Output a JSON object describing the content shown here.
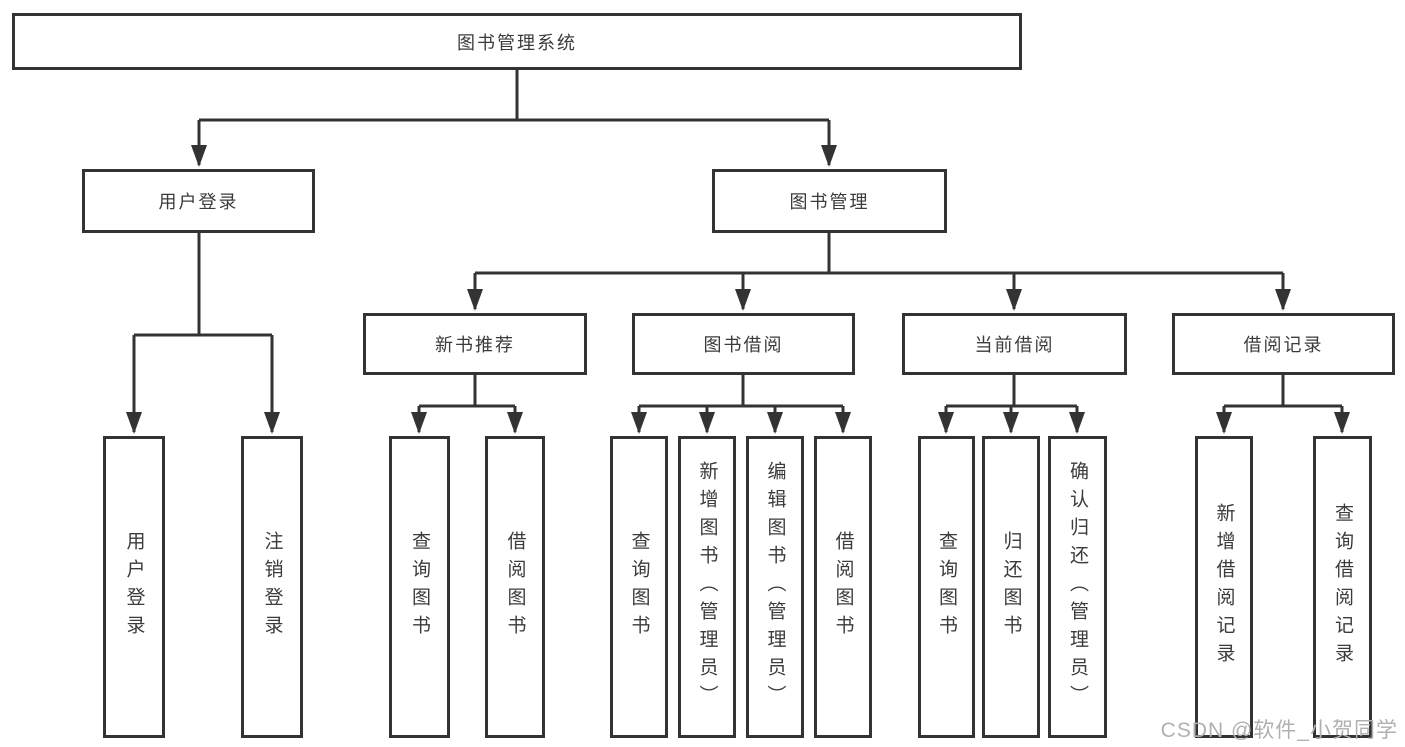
{
  "diagram_title": "图书管理系统",
  "colors": {
    "line": "#333333",
    "box_border": "#333333",
    "text": "#3b3b3b",
    "watermark": "#b0b0b0",
    "background": "#ffffff"
  },
  "tree": {
    "label": "图书管理系统",
    "children": [
      {
        "label": "用户登录",
        "children": [
          {
            "label": "用户登录"
          },
          {
            "label": "注销登录"
          }
        ]
      },
      {
        "label": "图书管理",
        "children": [
          {
            "label": "新书推荐",
            "children": [
              {
                "label": "查询图书"
              },
              {
                "label": "借阅图书"
              }
            ]
          },
          {
            "label": "图书借阅",
            "children": [
              {
                "label": "查询图书"
              },
              {
                "label": "新增图书（管理员）"
              },
              {
                "label": "编辑图书（管理员）"
              },
              {
                "label": "借阅图书"
              }
            ]
          },
          {
            "label": "当前借阅",
            "children": [
              {
                "label": "查询图书"
              },
              {
                "label": "归还图书"
              },
              {
                "label": "确认归还（管理员）"
              }
            ]
          },
          {
            "label": "借阅记录",
            "children": [
              {
                "label": "新增借阅记录"
              },
              {
                "label": "查询借阅记录"
              }
            ]
          }
        ]
      }
    ]
  },
  "watermark": {
    "text": "CSDN @软件_小贺同学"
  }
}
